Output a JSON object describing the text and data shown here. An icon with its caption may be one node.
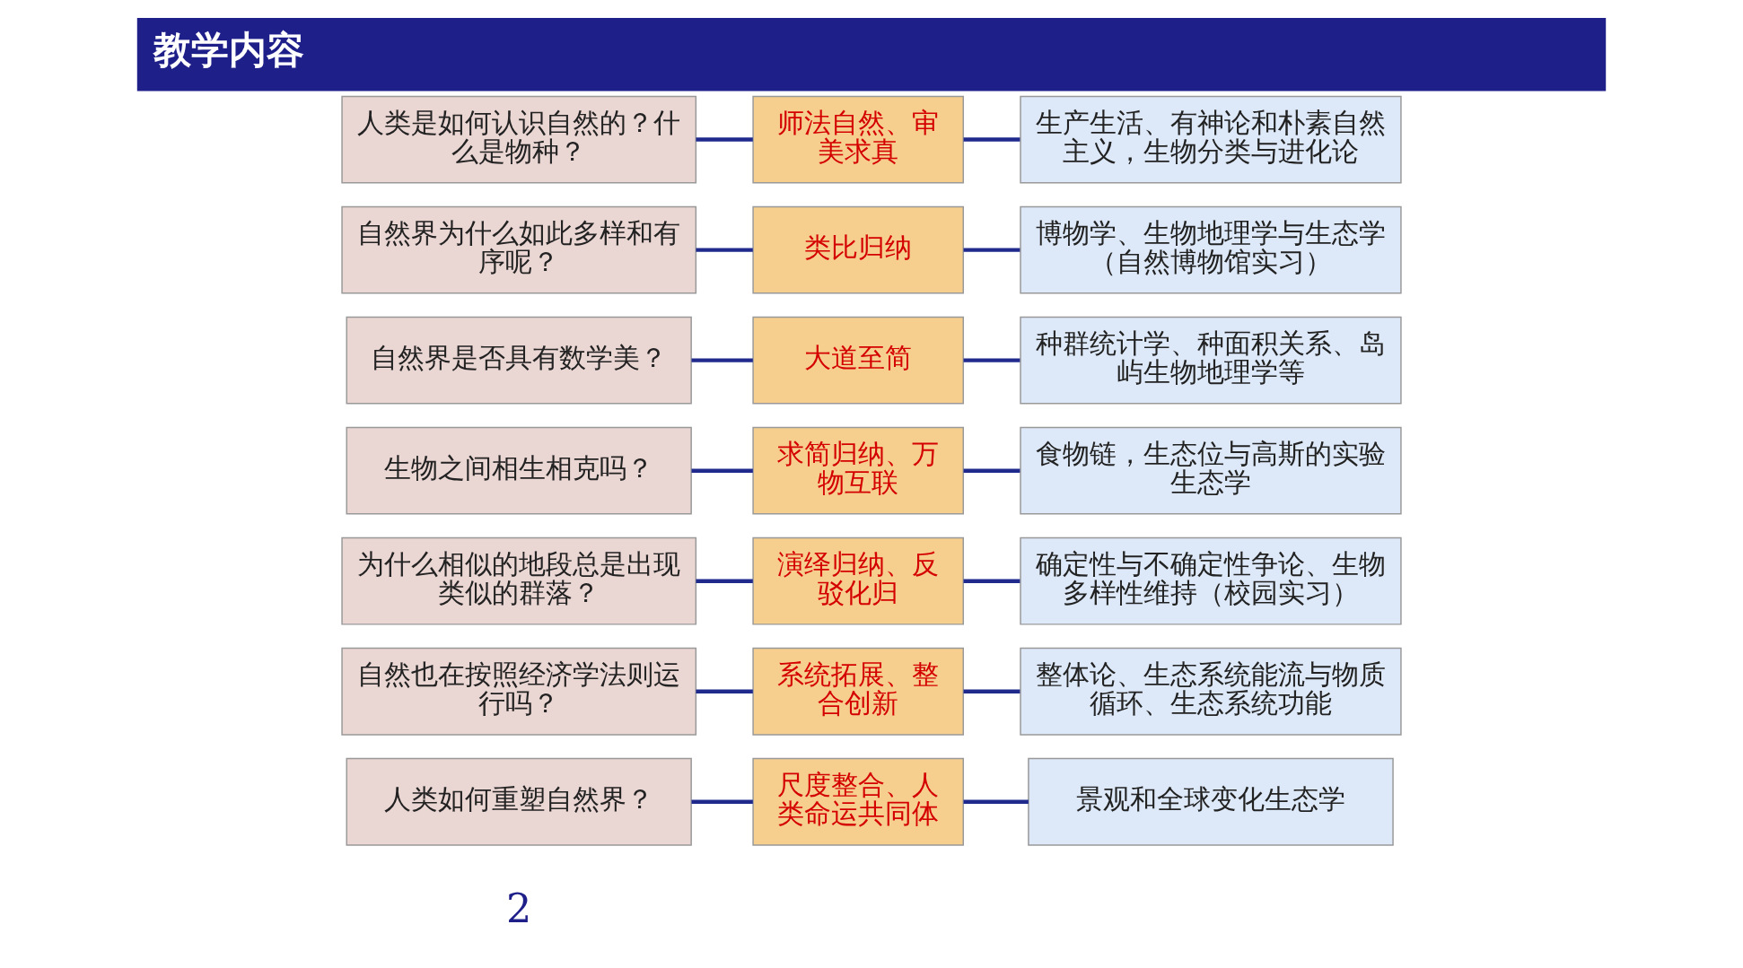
{
  "diagram": {
    "title": "教学内容",
    "nodes": [
      {
        "text": [
          "人类是如何认识自然的？什么是物种？"
        ]
      },
      {
        "text": [
          "师法自然、审美求真"
        ]
      },
      {
        "text": [
          "生产生活、有神论和朴素自然主义，生物分类与进化论"
        ]
      },
      {
        "text": [
          "自然界为什么如此多样和有序呢？"
        ]
      },
      {
        "text": [
          "类比归纳"
        ]
      },
      {
        "text": [
          "博物学、生物地理学与生态学（自然博物馆实习）"
        ]
      },
      {
        "text": [
          "自然界是否具有数学美？"
        ]
      },
      {
        "text": [
          "大道至简"
        ]
      },
      {
        "text": [
          "种群统计学、种面积关系、岛屿生物地理学等"
        ]
      },
      {
        "text": [
          "生物之间相生相克吗？"
        ]
      },
      {
        "text": [
          "求简归纳、万物互联"
        ]
      },
      {
        "text": [
          "食物链，生态位与高斯的实验生态学"
        ]
      },
      {
        "text": [
          "为什么相似的地段总是出现类似的群落？"
        ]
      },
      {
        "text": [
          "演绎归纳、反驳化归"
        ]
      },
      {
        "text": [
          "确定性与不确定性争论、生物多样性维持（校园实习）"
        ]
      },
      {
        "text": [
          "自然也在按照经济学法则运行吗？"
        ]
      },
      {
        "text": [
          "系统拓展、整合创新"
        ]
      },
      {
        "text": [
          "整体论、生态系统能流与物质循环、生态系统功能"
        ]
      },
      {
        "text": [
          "人类如何重塑自然界？"
        ]
      },
      {
        "text": [
          "尺度整合、人类命运共同体"
        ]
      },
      {
        "text": [
          "景观和全球变化生态学"
        ]
      }
    ],
    "edges": [
      {
        "from": 0,
        "to": 1,
        "arrow": "none",
        "color": "#1f2a8c"
      },
      {
        "from": 1,
        "to": 2,
        "arrow": "none",
        "color": "#1f2a8c"
      },
      {
        "from": 3,
        "to": 4,
        "arrow": "none",
        "color": "#1f2a8c"
      },
      {
        "from": 4,
        "to": 5,
        "arrow": "none",
        "color": "#1f2a8c"
      },
      {
        "from": 6,
        "to": 7,
        "arrow": "none",
        "color": "#1f2a8c"
      },
      {
        "from": 7,
        "to": 8,
        "arrow": "none",
        "color": "#1f2a8c"
      },
      {
        "from": 9,
        "to": 10,
        "arrow": "none",
        "color": "#1f2a8c"
      },
      {
        "from": 10,
        "to": 11,
        "arrow": "none",
        "color": "#1f2a8c"
      },
      {
        "from": 12,
        "to": 13,
        "arrow": "none",
        "color": "#1f2a8c"
      },
      {
        "from": 13,
        "to": 14,
        "arrow": "none",
        "color": "#1f2a8c"
      },
      {
        "from": 15,
        "to": 16,
        "arrow": "none",
        "color": "#1f2a8c"
      },
      {
        "from": 16,
        "to": 17,
        "arrow": "none",
        "color": "#1f2a8c"
      },
      {
        "from": 18,
        "to": 19,
        "arrow": "none",
        "color": "#1f2a8c"
      },
      {
        "from": 19,
        "to": 20,
        "arrow": "none",
        "color": "#1f2a8c"
      }
    ],
    "labels": [
      "2"
    ]
  }
}
